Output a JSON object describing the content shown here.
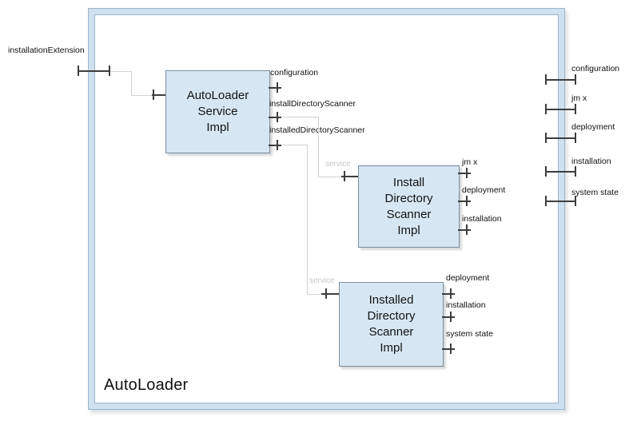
{
  "frame": {
    "title": "AutoLoader"
  },
  "external_ports": {
    "left": {
      "label": "installationExtension"
    },
    "right": [
      "configuration",
      "jm x",
      "deployment",
      "installation",
      "system state"
    ]
  },
  "components": {
    "autoloader": {
      "lines": [
        "AutoLoader",
        "Service",
        "Impl"
      ],
      "ports_right": [
        "configuration",
        "installDirectoryScanner",
        "installedDirectoryScanner"
      ]
    },
    "install": {
      "lines": [
        "Install",
        "Directory",
        "Scanner",
        "Impl"
      ],
      "ports_right": [
        "jm x",
        "deployment",
        "installation"
      ],
      "service_label": "service"
    },
    "installed": {
      "lines": [
        "Installed",
        "Directory",
        "Scanner",
        "Impl"
      ],
      "ports_right": [
        "deployment",
        "installation",
        "system state"
      ],
      "service_label": "service"
    }
  },
  "colors": {
    "component_fill": "#d6e7f3",
    "component_border": "#7e8d9c",
    "frame_fill": "#cfe0ee",
    "frame_line": "#9cb5ca",
    "connector": "#d2d2d2",
    "port": "#3d3d3d",
    "service_text": "#c6c6c6"
  }
}
